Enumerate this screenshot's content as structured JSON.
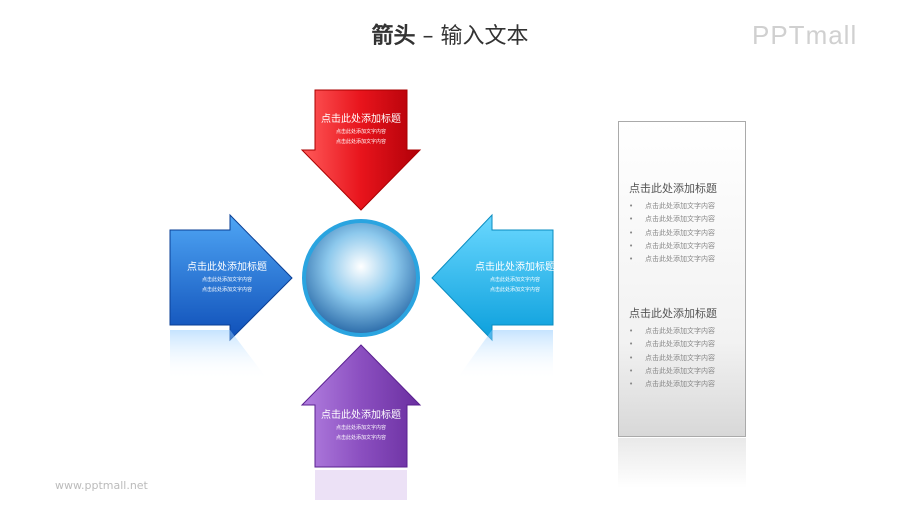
{
  "header": {
    "title_bold": "箭头",
    "title_rest": " – 输入文本"
  },
  "logo": "PPTmall",
  "footer": "www.pptmall.net",
  "arrows": {
    "top": {
      "title": "点击此处添加标题",
      "bullets": [
        "点击此处添加文字内容",
        "点击此处添加文字内容"
      ],
      "color": "#e8141c"
    },
    "left": {
      "title": "点击此处添加标题",
      "bullets": [
        "点击此处添加文字内容",
        "点击此处添加文字内容"
      ],
      "color": "#1a6fd6"
    },
    "right": {
      "title": "点击此处添加标题",
      "bullets": [
        "点击此处添加文字内容",
        "点击此处添加文字内容"
      ],
      "color": "#1cb8ee"
    },
    "bottom": {
      "title": "点击此处添加标题",
      "bullets": [
        "点击此处添加文字内容",
        "点击此处添加文字内容"
      ],
      "color": "#8b4fc0"
    }
  },
  "panel": {
    "blocks": [
      {
        "title": "点击此处添加标题",
        "bullets": [
          "点击此处添加文字内容",
          "点击此处添加文字内容",
          "点击此处添加文字内容",
          "点击此处添加文字内容",
          "点击此处添加文字内容"
        ]
      },
      {
        "title": "点击此处添加标题",
        "bullets": [
          "点击此处添加文字内容",
          "点击此处添加文字内容",
          "点击此处添加文字内容",
          "点击此处添加文字内容",
          "点击此处添加文字内容"
        ]
      }
    ]
  }
}
